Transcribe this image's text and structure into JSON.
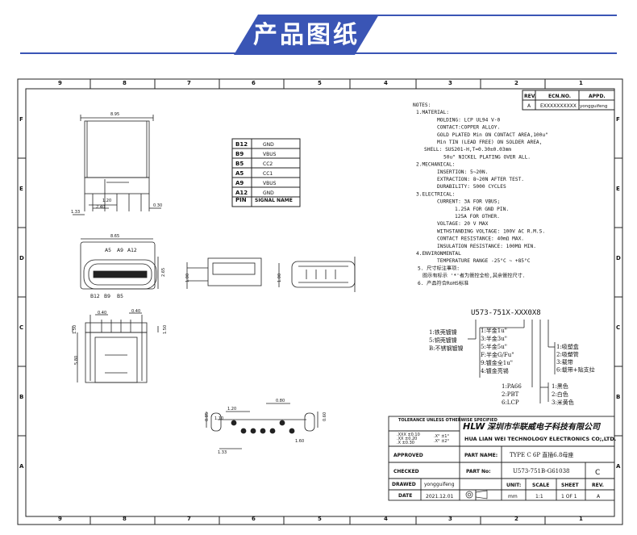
{
  "banner": {
    "title": "产品图纸"
  },
  "frame": {
    "columns": [
      "9",
      "8",
      "7",
      "6",
      "5",
      "4",
      "3",
      "2",
      "1"
    ],
    "rows": [
      "F",
      "E",
      "D",
      "C",
      "B",
      "A"
    ]
  },
  "revision": {
    "headers": [
      "REV.",
      "ECN.NO.",
      "APPD."
    ],
    "row": [
      "A",
      "EXXXXXXXXXX",
      "yongguifeng"
    ]
  },
  "pin_table": {
    "rows": [
      [
        "B12",
        "GND"
      ],
      [
        "B9",
        "VBUS"
      ],
      [
        "B5",
        "CC2"
      ],
      [
        "A5",
        "CC1"
      ],
      [
        "A9",
        "VBUS"
      ],
      [
        "A12",
        "GND"
      ]
    ],
    "header": [
      "PIN",
      "SIGNAL NAME"
    ]
  },
  "notes": [
    "NOTES:",
    "1.MATERIAL:",
    "MOLDING: LCP UL94 V-0",
    "CONTACT:COPPER ALLOY.",
    "GOLD PLATED Min ON CONTACT AREA,100u\"",
    "Min TIN (LEAD FREE) ON SOLDER AREA,",
    "SHELL: SUS201-H,T=0.30±0.03mm",
    "50u\" NICKEL PLATING OVER ALL.",
    "2.MECHANICAL:",
    "INSERTION: 5~20N.",
    "EXTRACTION: 8~20N AFTER TEST.",
    "DURABILITY: 5000 CYCLES",
    "3.ELECTRICAL:",
    "CURRENT: 3A FOR VBUS;",
    "1.25A FOR GND PIN.",
    "125A FOR OTHER.",
    "VOLTAGE: 20 V MAX",
    "WITHSTANDING VOLTAGE: 100V AC R.M.S.",
    "CONTACT RESISTANCE: 40mΩ MAX.",
    "INSULATION RESISTANCE: 100MΩ MIN.",
    "4.ENVIRONMENTAL",
    "TEMPERATURE RANGE -25°C ~ +85°C",
    "5. 尺寸标注事项:",
    "图示有标示 '*'者为管控全检,其余管控尺寸.",
    "6. 产品符合RoHS标准"
  ],
  "part_code": {
    "code": "U573-751X-XXX0X8",
    "plating_left": [
      "1:铁壳镀镍",
      "5:铜壳镀镍",
      "B:不锈钢镀镍"
    ],
    "plating_mid": [
      "1:半金1u\"",
      "3:半金3u\"",
      "5:半金5u\"",
      "F:半金G/Fu\"",
      "9:镀金全1u\"",
      "4:镀金亮锡"
    ],
    "package": [
      "1:吸塑盒",
      "2:吸塑管",
      "3:载带",
      "6:载带+贴支拉"
    ],
    "material": [
      "1:PA66",
      "2:PBT",
      "6:LCP"
    ],
    "color": [
      "1:黑色",
      "2:白色",
      "3:米黄色"
    ]
  },
  "dims": {
    "top_width": "8.95",
    "side_h1": "1.20",
    "side_h2": "2.40",
    "side_l1": "1.33",
    "side_r": "0.30",
    "front_width": "8.65",
    "front_h": "2.65",
    "front_pins_top": [
      "A5",
      "A9",
      "A12"
    ],
    "front_pins_bot": [
      "B12",
      "B9",
      "B5"
    ],
    "side_view_h": "1.00",
    "bot_w1": "0.40",
    "bot_w2": "0.40",
    "bot_h1": "1.50",
    "bot_h2": "1.50",
    "bot_len": "5.80",
    "pcb_1": "1.20",
    "pcb_2": "0.80",
    "pcb_3": "0.85",
    "pcb_4": "1.10",
    "pcb_5": "1.33",
    "pcb_6": "0.60",
    "pcb_7": "1.60"
  },
  "title_block": {
    "tolerance_title": "TOLERANCE UNLESS OTHERWISE SPECIFIED",
    "tolerance_rows": [
      ".XXX ±0.10",
      ".XX ±0.20",
      ".X ±0.30"
    ],
    "angle_rows": [
      ".X° ±1°",
      ".X° ±2°"
    ],
    "company_cn": "深圳市华联威电子科技有限公司",
    "company_en": "HUA LIAN WEI TECHNOLOGY ELECTRONICS CO;,LTD.",
    "logo": "HLW",
    "approved_label": "APPROVED",
    "checked_label": "CHECKED",
    "drawed_label": "DRAWED",
    "drawed_value": "yongguifeng",
    "date_label": "DATE",
    "date_value": "2021.12.01",
    "part_name_label": "PART NAME:",
    "part_name_value": "TYPE C 6P 直插6.8母座",
    "part_no_label": "PART No:",
    "part_no_value": "U573-751B-G61038",
    "rev_letter": "C",
    "unit_label": "UNIT:",
    "unit_value": "mm",
    "scale_label": "SCALE",
    "scale_value": "1:1",
    "sheet_label": "SHEET",
    "sheet_value": "1 OF 1",
    "rev_label": "REV.",
    "rev_value": "A"
  }
}
